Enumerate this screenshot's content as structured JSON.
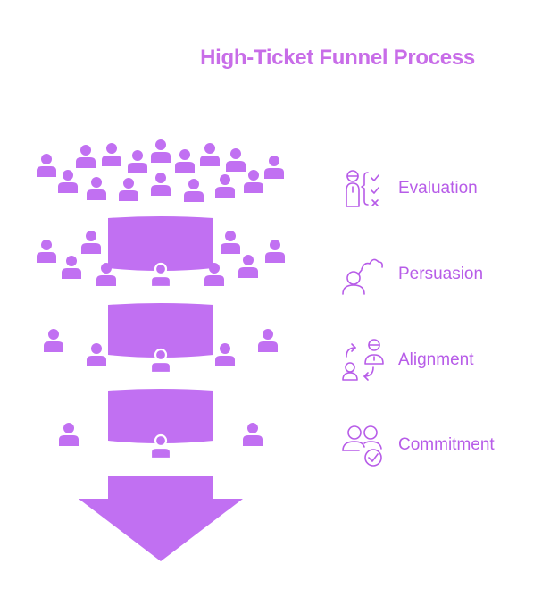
{
  "title": "High-Ticket Funnel Process",
  "colors": {
    "title": "#c86de8",
    "funnel": "#c170f2",
    "label": "#b75ce8",
    "icon": "#b75ce8"
  },
  "stages": [
    {
      "label": "Evaluation",
      "icon": "person-checklist-icon"
    },
    {
      "label": "Persuasion",
      "icon": "person-speech-icon"
    },
    {
      "label": "Alignment",
      "icon": "people-exchange-icon"
    },
    {
      "label": "Commitment",
      "icon": "people-checkmark-icon"
    }
  ]
}
